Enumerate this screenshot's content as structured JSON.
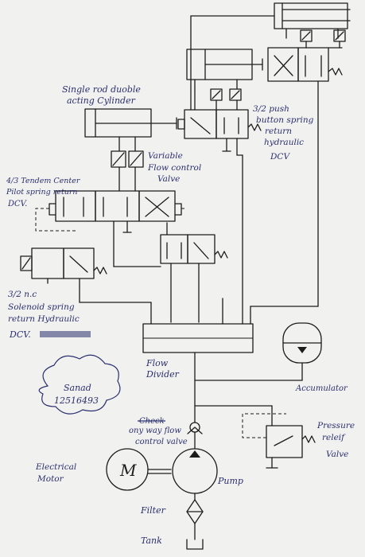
{
  "labels": {
    "cyl_top": "Single rod duoble",
    "cyl_mid": "acting Cylinder",
    "pb_l1": "3/2 push",
    "pb_l2": "button spring",
    "pb_l3": "return",
    "pb_l4": "hydraulic",
    "pb_l5": "DCV",
    "fc_l1": "Variable",
    "fc_l2": "Flow control",
    "fc_l3": "Valve",
    "tandem_l1": "4/3 Tendem Center",
    "tandem_l2": "Pilot spring return",
    "tandem_l3": "DCV.",
    "sol_l1": "3/2 n.c",
    "sol_l2": "Solenoid spring",
    "sol_l3": "return Hydraulic",
    "sol_l4": "DCV.",
    "divider_l1": "Flow",
    "divider_l2": "Divider",
    "accumulator": "Accumulator",
    "name_l1": "Sanad",
    "name_l2": "12516493",
    "check_struck": "Check",
    "oneway_l1": "ony way flow",
    "oneway_l2": "control valve",
    "prv_l1": "Pressure",
    "prv_l2": "releif",
    "prv_l3": "Valve",
    "motor_l1": "Electrical",
    "motor_l2": "Motor",
    "motor_symbol": "M",
    "pump": "Pump",
    "filter": "Filter",
    "tank": "Tank"
  },
  "colors": {
    "ink": "#1c1c1c",
    "pen": "#2b2f6e",
    "paper": "#f1f1ef"
  }
}
